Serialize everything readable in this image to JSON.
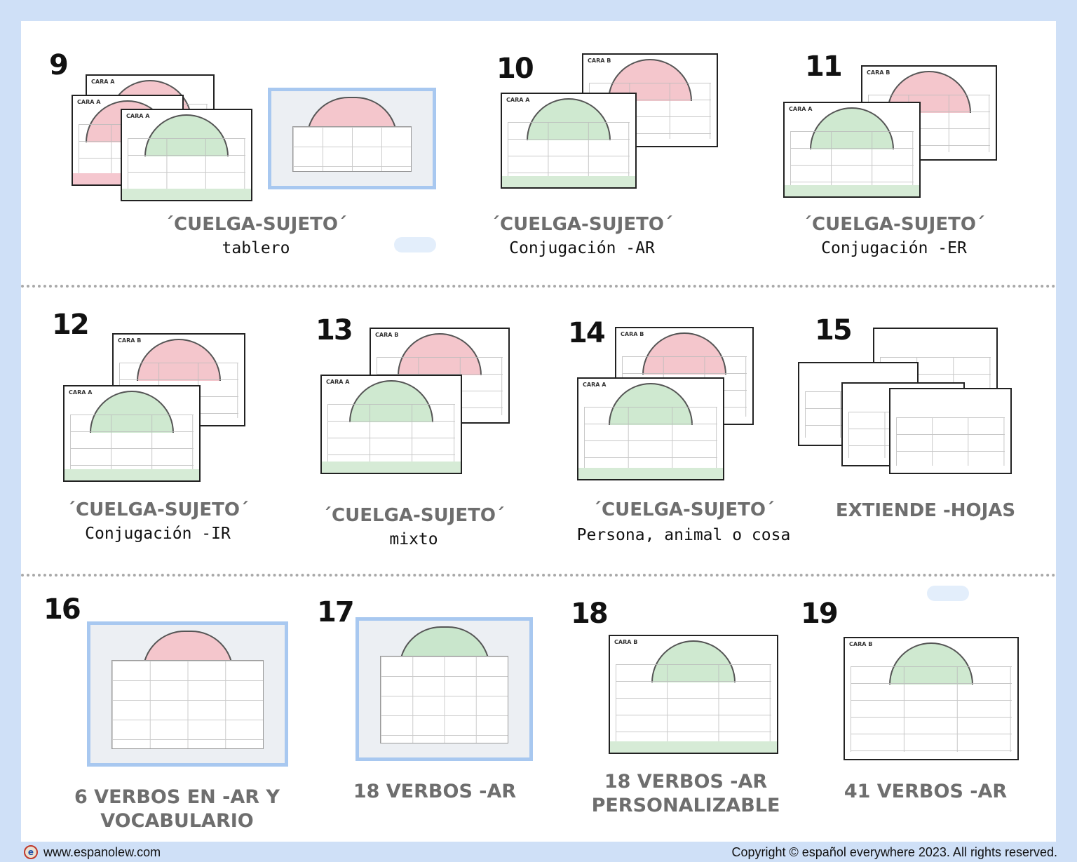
{
  "items": [
    {
      "number": "9",
      "title": "´CUELGA-SUJETO´",
      "subtitle": "tablero"
    },
    {
      "number": "10",
      "title": "´CUELGA-SUJETO´",
      "subtitle": "Conjugación -AR"
    },
    {
      "number": "11",
      "title": "´CUELGA-SUJETO´",
      "subtitle": "Conjugación -ER"
    },
    {
      "number": "12",
      "title": "´CUELGA-SUJETO´",
      "subtitle": "Conjugación -IR"
    },
    {
      "number": "13",
      "title": "´CUELGA-SUJETO´",
      "subtitle": "mixto"
    },
    {
      "number": "14",
      "title": "´CUELGA-SUJETO´",
      "subtitle": "Persona, animal o cosa"
    },
    {
      "number": "15",
      "title": "EXTIENDE -HOJAS"
    },
    {
      "number": "16",
      "title_lines": [
        "6 VERBOS EN -AR Y",
        "VOCABULARIO"
      ]
    },
    {
      "number": "17",
      "title": "18 VERBOS -AR"
    },
    {
      "number": "18",
      "title_lines": [
        "18 VERBOS -AR",
        "PERSONALIZABLE"
      ]
    },
    {
      "number": "19",
      "title": "41 VERBOS -AR"
    }
  ],
  "footer": {
    "logo_letter": "e",
    "url": "www.espanolew.com",
    "copyright": "Copyright © español everywhere 2023. All rights reserved."
  },
  "colors": {
    "background": "#cfe0f7",
    "panel": "#ffffff",
    "title_gray": "#6e6e6e",
    "photo_frame": "#a8c8f0",
    "pink": "#f4c6cc",
    "green": "#cfe9d0"
  }
}
